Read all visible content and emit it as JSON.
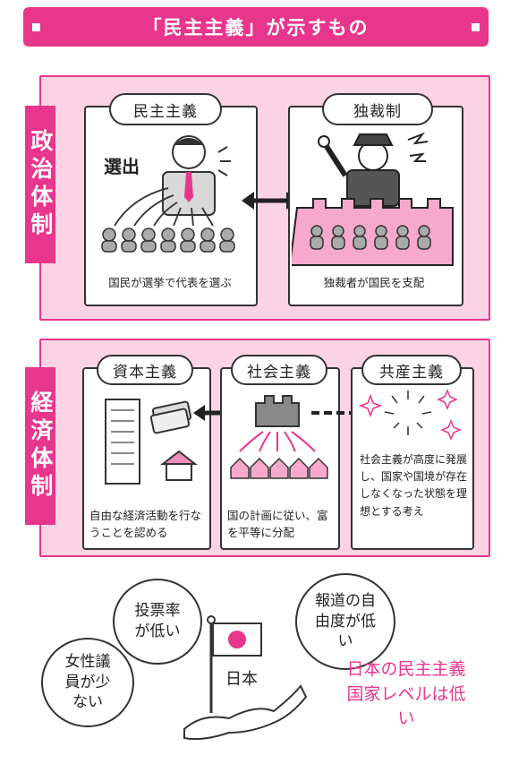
{
  "header": {
    "title": "「民主主義」が示すもの"
  },
  "politics": {
    "tab_label": "政治体制",
    "democracy": {
      "label": "民主主義",
      "shout": "選出",
      "caption": "国民が選挙で代表を選ぶ"
    },
    "dictatorship": {
      "label": "独裁制",
      "caption": "独裁者が国民を支配"
    }
  },
  "economy": {
    "tab_label": "経済体制",
    "capitalism": {
      "label": "資本主義",
      "caption": "自由な経済活動を行なうことを認める"
    },
    "socialism": {
      "label": "社会主義",
      "caption": "国の計画に従い、富を平等に分配"
    },
    "communism": {
      "label": "共産主義",
      "caption": "社会主義が高度に発展し、国家や国境が存在しなくなった状態を理想とする考え"
    }
  },
  "bottom": {
    "bubble_turnout": "投票率が低い",
    "bubble_women": "女性議員が少ない",
    "bubble_press": "報道の自由度が低い",
    "flag_label": "日本",
    "conclusion": "日本の民主主義国家レベルは低い"
  },
  "colors": {
    "accent": "#e8368c",
    "band": "#fbd3e4"
  }
}
